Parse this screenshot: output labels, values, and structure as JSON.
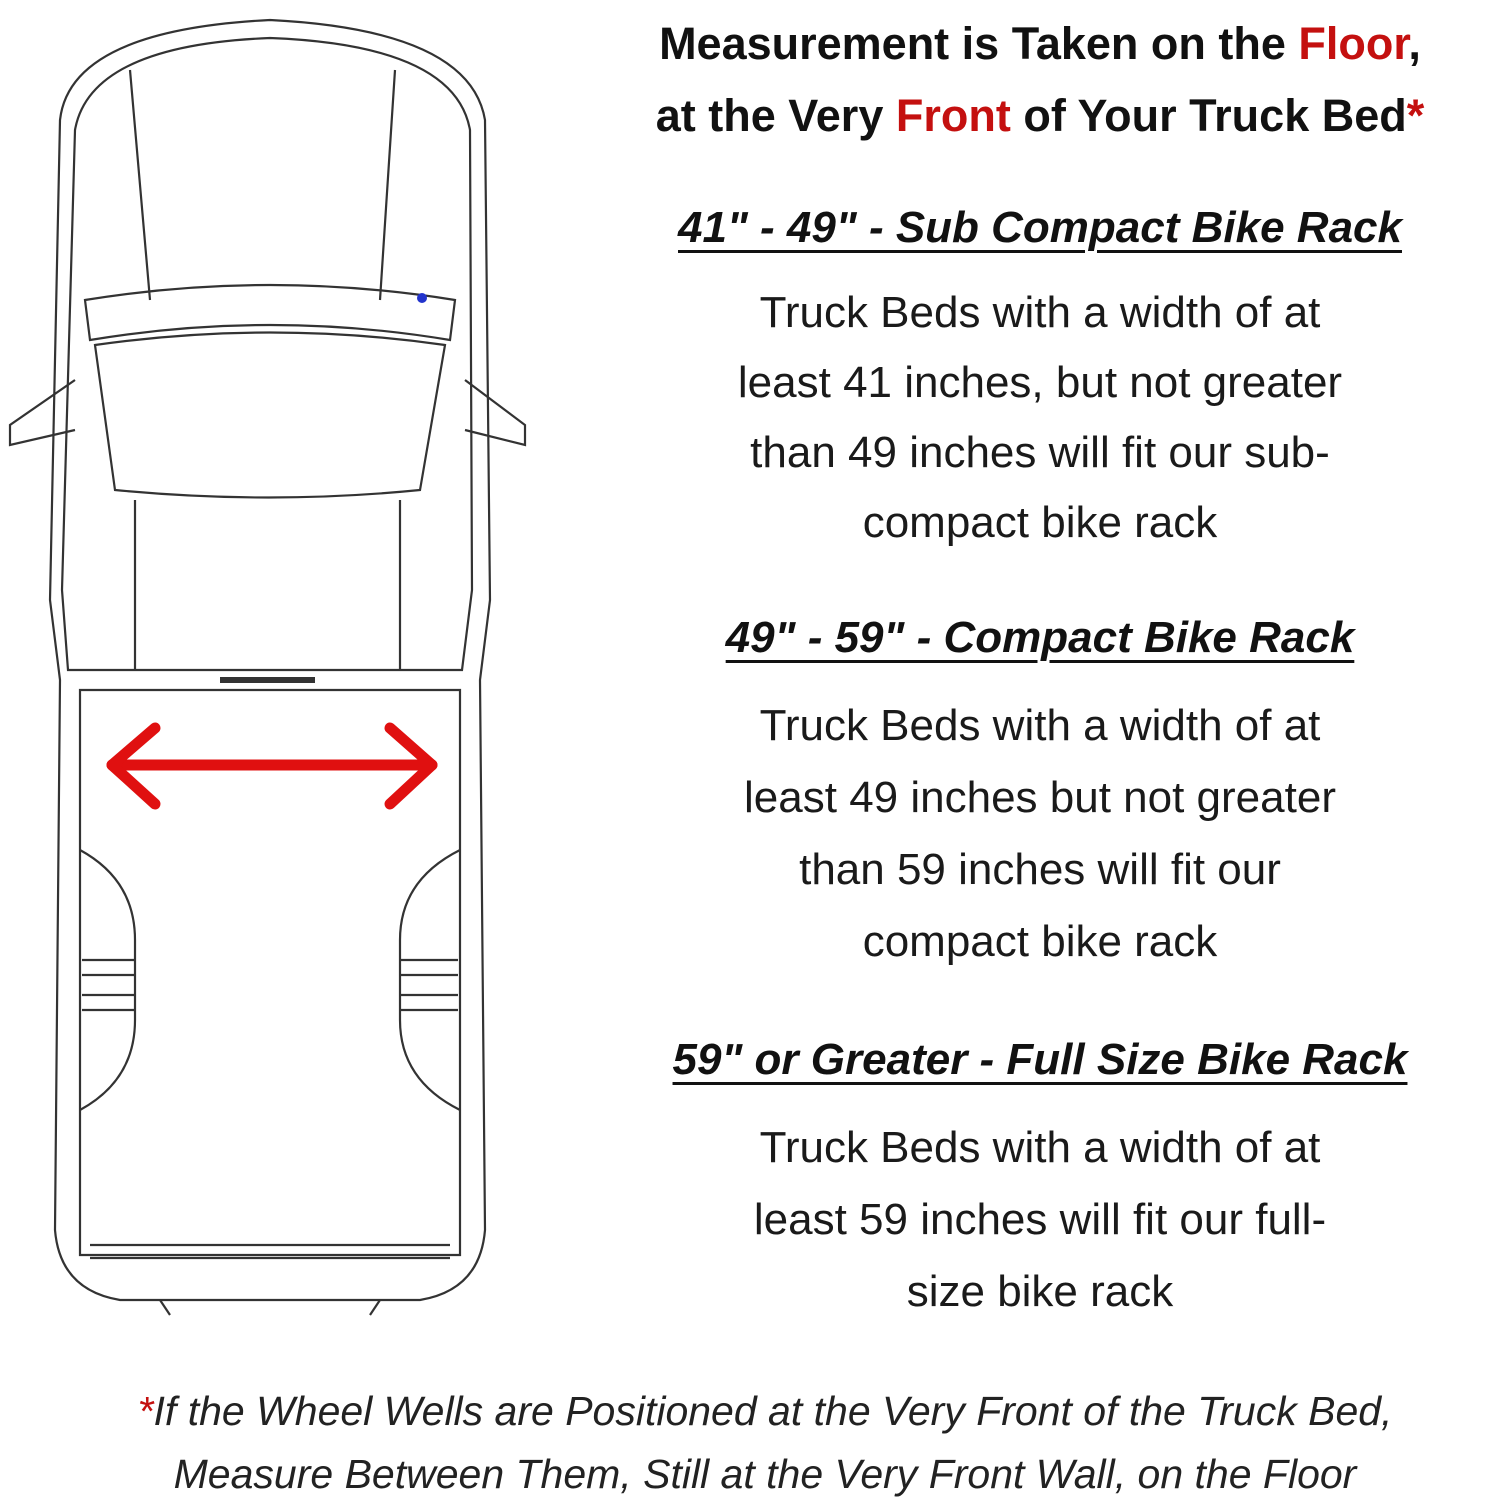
{
  "title": {
    "line1_pre": "Measurement is Taken on the ",
    "line1_red": "Floor",
    "line1_post": ",",
    "line2_pre": "at the Very ",
    "line2_red": "Front",
    "line2_post": " of Your Truck Bed",
    "asterisk": "*"
  },
  "sections": [
    {
      "heading": "41\" - 49\" - Sub Compact Bike Rack",
      "lines": [
        "Truck Beds with a width of at",
        "least 41 inches, but not greater",
        "than 49 inches will fit our sub-",
        "compact bike rack"
      ]
    },
    {
      "heading": "49\" - 59\" - Compact Bike Rack",
      "lines": [
        "Truck Beds with a width of at",
        "least 49 inches but not greater",
        "than 59 inches will fit our",
        "compact bike rack"
      ]
    },
    {
      "heading": "59\" or Greater - Full Size Bike Rack",
      "lines": [
        "Truck Beds with a width of at",
        "least 59 inches will fit our full-",
        "size bike rack"
      ]
    }
  ],
  "footer": {
    "asterisk": "*",
    "line1": "If the Wheel Wells are Positioned at the Very Front of the Truck Bed,",
    "line2": "Measure Between Them, Still at the Very Front Wall, on the Floor"
  },
  "colors": {
    "accent": "#c4100f",
    "arrow": "#e01010"
  }
}
